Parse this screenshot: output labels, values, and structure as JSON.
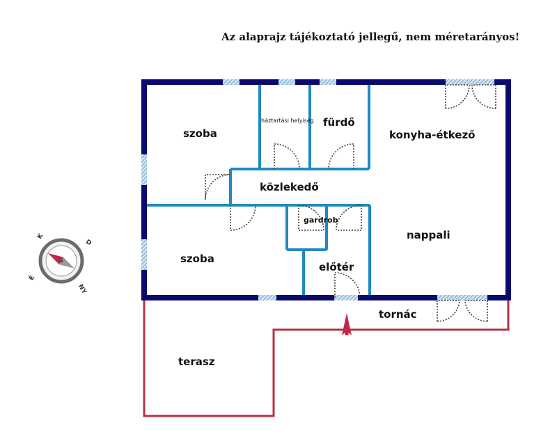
{
  "note": "Az alaprajz tájékoztató jellegű, nem méretarányos!",
  "rooms": {
    "room1": "szoba",
    "utility": "háztartási helyiség",
    "bathroom": "fürdő",
    "kitchen": "konyha-étkező",
    "corridor": "közlekedő",
    "wardrobe": "gardrob",
    "living": "nappali",
    "room2": "szoba",
    "hall": "előtér",
    "porch": "tornác",
    "terrace": "terasz"
  },
  "compass": {
    "n": "É",
    "e": "K",
    "s": "D",
    "w": "NY"
  },
  "colors": {
    "outer_wall": "#0a0a6e",
    "inner_wall": "#1f8ac0",
    "terrace_line": "#b8323f",
    "window": "#9ec8e6",
    "entrance_arrow": "#c0284a"
  }
}
